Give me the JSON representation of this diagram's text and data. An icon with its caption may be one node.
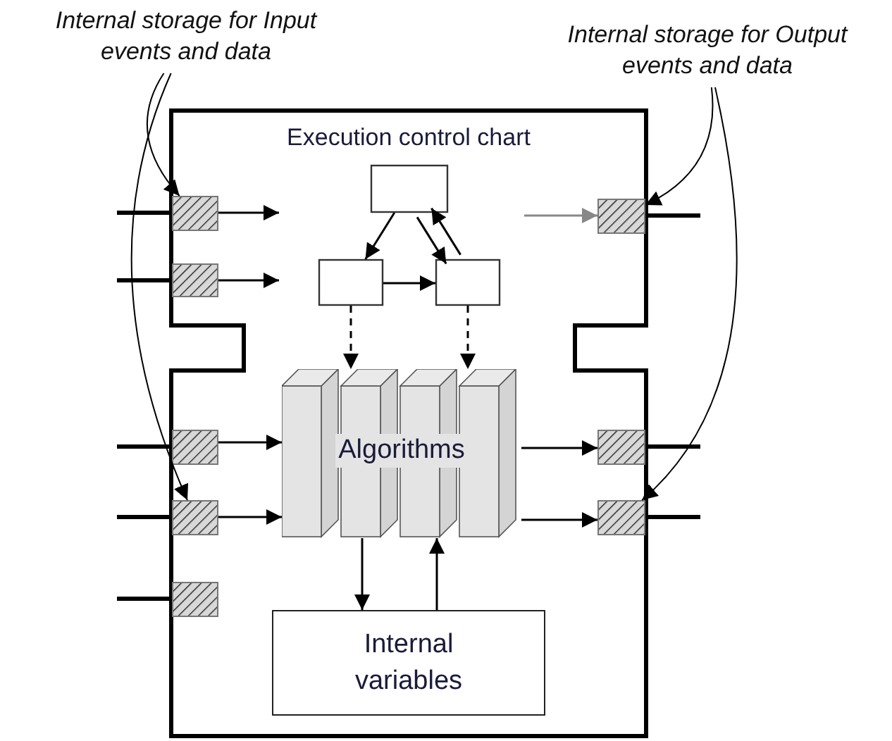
{
  "diagram": {
    "nodes": [
      {
        "text": [],
        "shape": "box"
      },
      {
        "text": [
          "Internal storage for Input events and data"
        ]
      },
      {
        "text": [
          "Internal storage for Output events and data"
        ]
      },
      {
        "text": [],
        "shape": "box",
        "in": 0
      },
      {
        "text": [],
        "shape": "box",
        "in": 0
      },
      {
        "text": [],
        "shape": "box",
        "in": 0
      },
      {
        "text": [],
        "shape": "box",
        "in": 0
      },
      {
        "text": [],
        "shape": "box",
        "in": 0
      },
      {
        "text": [],
        "shape": "box",
        "in": 0
      },
      {
        "text": [],
        "shape": "box",
        "in": 0
      },
      {
        "text": [],
        "shape": "box",
        "in": 0
      },
      {
        "text": [],
        "shape": "box",
        "in": 0
      },
      {
        "text": [],
        "shape": "box",
        "in": 0
      },
      {
        "text": [],
        "shape": "box",
        "in": 0
      },
      {
        "text": [
          "Algorithms"
        ],
        "in": 0
      },
      {
        "text": [
          "Internal variables"
        ],
        "in": 0
      }
    ],
    "edges": [
      {
        "from": null,
        "to": 3,
        "arrow": "none",
        "style": "thick"
      },
      {
        "from": null,
        "to": 4,
        "arrow": "none",
        "style": "thick"
      },
      {
        "from": null,
        "to": 5,
        "arrow": "none",
        "style": "thick"
      },
      {
        "from": null,
        "to": 6,
        "arrow": "none",
        "style": "thick"
      },
      {
        "from": null,
        "to": 7,
        "arrow": "none",
        "style": "thick"
      },
      {
        "from": 8,
        "to": null,
        "arrow": "none",
        "style": "thick"
      },
      {
        "from": 9,
        "to": null,
        "arrow": "none",
        "style": "thick"
      },
      {
        "from": 10,
        "to": null,
        "arrow": "none",
        "style": "thick"
      },
      {
        "from": 1,
        "to": 3,
        "arrow": "to"
      },
      {
        "from": 1,
        "to": 6,
        "arrow": "to"
      },
      {
        "from": 2,
        "to": 8,
        "arrow": "to"
      },
      {
        "from": 2,
        "to": 10,
        "arrow": "to"
      },
      {
        "from": 3,
        "to": null,
        "arrow": "to"
      },
      {
        "from": 4,
        "to": null,
        "arrow": "to"
      },
      {
        "from": 11,
        "to": 12,
        "arrow": "to"
      },
      {
        "from": 11,
        "to": 13,
        "arrow": "to"
      },
      {
        "from": 13,
        "to": 11,
        "arrow": "to"
      },
      {
        "from": 12,
        "to": 13,
        "arrow": "to"
      },
      {
        "from": 12,
        "to": 14,
        "arrow": "to",
        "style": "dashed"
      },
      {
        "from": 13,
        "to": 14,
        "arrow": "to",
        "style": "dashed"
      },
      {
        "from": null,
        "to": 8,
        "arrow": "to",
        "color": "#888888"
      },
      {
        "from": 5,
        "to": 14,
        "arrow": "to"
      },
      {
        "from": 6,
        "to": 14,
        "arrow": "to"
      },
      {
        "from": 14,
        "to": 9,
        "arrow": "to"
      },
      {
        "from": 14,
        "to": 10,
        "arrow": "to"
      },
      {
        "from": 14,
        "to": 15,
        "arrow": "to"
      },
      {
        "from": 15,
        "to": 14,
        "arrow": "to"
      }
    ],
    "labels": [
      "Execution control chart"
    ]
  }
}
